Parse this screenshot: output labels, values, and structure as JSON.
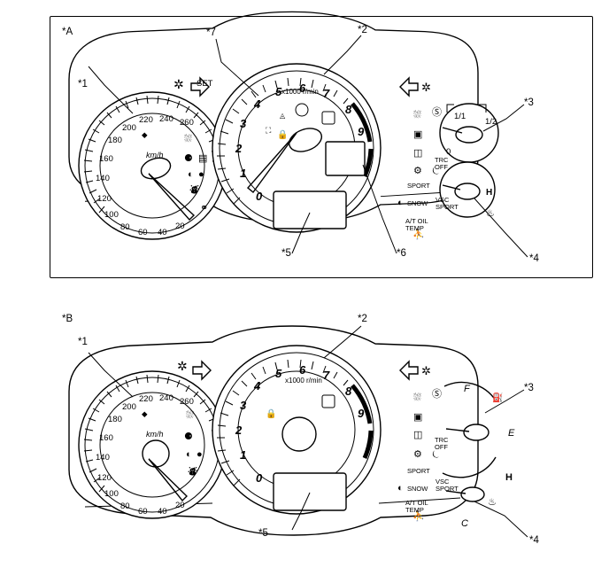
{
  "figure": {
    "title": "",
    "panels": [
      {
        "id": "A",
        "label": "*A",
        "callouts": [
          {
            "name": "callout-1",
            "label": "*1"
          },
          {
            "name": "callout-7",
            "label": "*7"
          },
          {
            "name": "callout-2",
            "label": "*2"
          },
          {
            "name": "callout-3",
            "label": "*3"
          },
          {
            "name": "callout-5",
            "label": "*5"
          },
          {
            "name": "callout-6",
            "label": "*6"
          },
          {
            "name": "callout-4",
            "label": "*4"
          }
        ],
        "speedometer": {
          "name": "speedometer",
          "unit": "km/h",
          "set_label": "SET",
          "ticks": [
            "20",
            "40",
            "60",
            "80",
            "100",
            "120",
            "140",
            "160",
            "180",
            "200",
            "220",
            "240",
            "260"
          ]
        },
        "tachometer": {
          "name": "tachometer",
          "unit": "x1000 r/min",
          "ticks": [
            "0",
            "1",
            "2",
            "3",
            "4",
            "5",
            "6",
            "7",
            "8",
            "9"
          ]
        },
        "gauges": {
          "fuel_label_left": "1/1",
          "fuel_label_right": "1/2",
          "fuel_label_empty": "0",
          "temp_label_hot": "H",
          "temp_label_cool": ""
        },
        "indicators": [
          "fog-lamp-icon",
          "turn-left-icon",
          "turn-right-icon",
          "rear-fog-icon",
          "door-ajar-icon",
          "seatbelt-icon",
          "high-beam-icon",
          "brake-icon",
          "washer-fluid-icon",
          "abs-icon",
          "battery-icon",
          "oil-pressure-icon",
          "airbag-icon",
          "slip-indicator-icon",
          "key-icon",
          "low-fuel-icon",
          "headlight-icon",
          "check-engine-icon"
        ],
        "text_indicators": [
          "TRC OFF",
          "VSC SPORT",
          "SPORT",
          "SNOW",
          "A/T OIL TEMP"
        ]
      },
      {
        "id": "B",
        "label": "*B",
        "callouts": [
          {
            "name": "callout-1",
            "label": "*1"
          },
          {
            "name": "callout-2",
            "label": "*2"
          },
          {
            "name": "callout-3",
            "label": "*3"
          },
          {
            "name": "callout-5",
            "label": "*5"
          },
          {
            "name": "callout-4",
            "label": "*4"
          }
        ],
        "speedometer": {
          "name": "speedometer",
          "unit": "km/h",
          "ticks": [
            "20",
            "40",
            "60",
            "80",
            "100",
            "120",
            "140",
            "160",
            "180",
            "200",
            "220",
            "240",
            "260"
          ]
        },
        "tachometer": {
          "name": "tachometer",
          "unit": "x1000 r/min",
          "ticks": [
            "0",
            "1",
            "2",
            "3",
            "4",
            "5",
            "6",
            "7",
            "8",
            "9"
          ]
        },
        "gauges": {
          "fuel_label_full": "F",
          "fuel_label_empty": "E",
          "temp_label_hot": "H",
          "temp_label_cool": "C"
        },
        "indicators": [
          "fog-lamp-icon",
          "turn-left-icon",
          "turn-right-icon",
          "rear-fog-icon",
          "door-ajar-icon",
          "seatbelt-icon",
          "high-beam-icon",
          "brake-icon",
          "washer-fluid-icon",
          "abs-icon",
          "battery-icon",
          "oil-pressure-icon",
          "airbag-icon",
          "key-icon",
          "low-fuel-icon",
          "check-engine-icon"
        ],
        "text_indicators": [
          "TRC OFF",
          "VSC SPORT",
          "SPORT",
          "SNOW",
          "A/T OIL TEMP"
        ]
      }
    ]
  }
}
